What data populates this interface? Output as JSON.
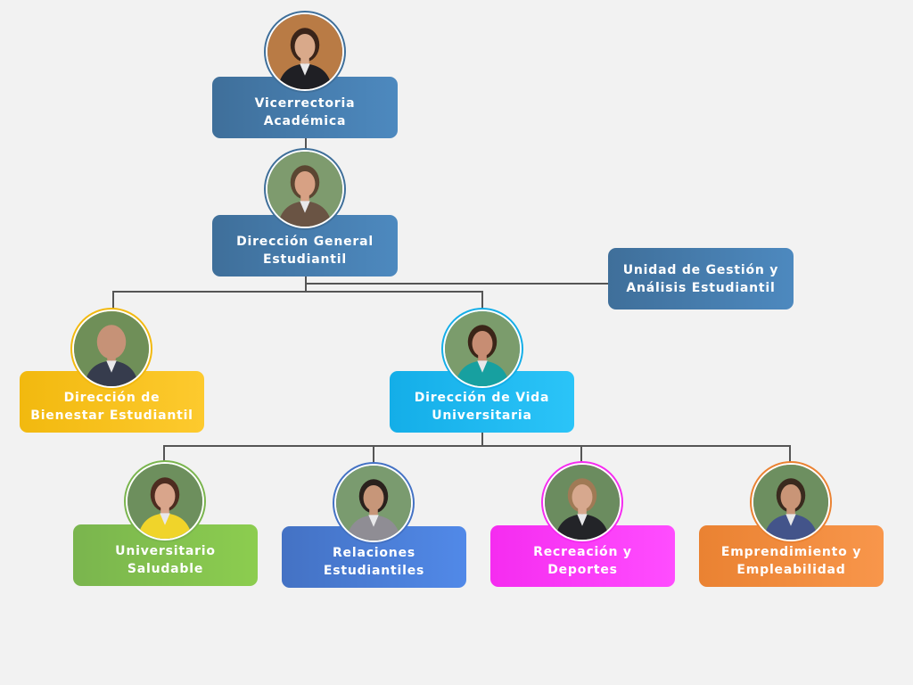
{
  "org_chart": {
    "nodes": [
      {
        "id": "vicerrectoria",
        "lines": [
          "Vicerrectoria",
          "Académica"
        ],
        "color": "#3f6f9a",
        "color_end": "#4d89bf",
        "ring": "#3f6f9a",
        "photo": {
          "bg": "#b97b45",
          "skin": "#d9a98a",
          "hair": "#3a2419",
          "clothes": "#1f1f24"
        }
      },
      {
        "id": "direccion-general",
        "lines": [
          "Dirección General",
          "Estudiantil"
        ],
        "color": "#3f6f9a",
        "color_end": "#4d89bf",
        "ring": "#3f6f9a",
        "photo": {
          "bg": "#7e9b6e",
          "skin": "#d7a184",
          "hair": "#5b4632",
          "clothes": "#6a5444"
        }
      },
      {
        "id": "unidad-gestion",
        "lines": [
          "Unidad de Gestión y",
          "Análisis Estudiantil"
        ],
        "color": "#3f6f9a",
        "color_end": "#4d89bf"
      },
      {
        "id": "bienestar",
        "lines": [
          "Dirección de",
          "Bienestar Estudiantil"
        ],
        "color": "#f2b90f",
        "color_end": "#fdca2e",
        "ring": "#f2b90f",
        "photo": {
          "bg": "#6f8f58",
          "skin": "#c69277",
          "hair": "#c69277",
          "clothes": "#363c4d"
        }
      },
      {
        "id": "vida-universitaria",
        "lines": [
          "Dirección de Vida",
          "Universitaria"
        ],
        "color": "#14aee8",
        "color_end": "#2bc4f8",
        "ring": "#14aee8",
        "photo": {
          "bg": "#7b9c6c",
          "skin": "#c78d73",
          "hair": "#3b2518",
          "clothes": "#17a0a0"
        }
      },
      {
        "id": "universitario-saludable",
        "lines": [
          "Universitario",
          "Saludable"
        ],
        "color": "#7ab54e",
        "color_end": "#8ccd4f",
        "ring": "#7ab54e",
        "photo": {
          "bg": "#6d8f5d",
          "skin": "#d9a58b",
          "hair": "#4d2c20",
          "clothes": "#f0d42a"
        }
      },
      {
        "id": "relaciones-estudiantiles",
        "lines": [
          "Relaciones",
          "Estudiantiles"
        ],
        "color": "#4472c4",
        "color_end": "#5189e8",
        "ring": "#4472c4",
        "photo": {
          "bg": "#7a9b6f",
          "skin": "#c79679",
          "hair": "#2a211d",
          "clothes": "#8f8d94"
        }
      },
      {
        "id": "recreacion-deportes",
        "lines": [
          "Recreación y",
          "Deportes"
        ],
        "color": "#f52cf0",
        "color_end": "#ff4dff",
        "ring": "#f52cf0",
        "photo": {
          "bg": "#6b8c5f",
          "skin": "#d7a88e",
          "hair": "#a07a55",
          "clothes": "#232428"
        }
      },
      {
        "id": "emprendimiento-empleabilidad",
        "lines": [
          "Emprendimiento y",
          "Empleabilidad"
        ],
        "color": "#ea8232",
        "color_end": "#f8964b",
        "ring": "#ea8232",
        "photo": {
          "bg": "#6d8f60",
          "skin": "#c99577",
          "hair": "#3a2a1e",
          "clothes": "#43548a"
        }
      }
    ],
    "connector_color": "#555555",
    "background": "#f2f2f2"
  }
}
